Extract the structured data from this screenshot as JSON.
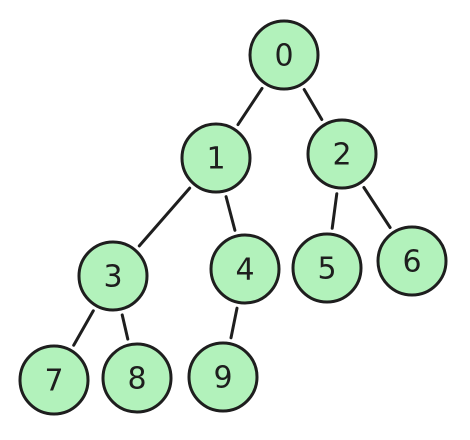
{
  "diagram": {
    "colors": {
      "node_fill": "#b2f2bb",
      "stroke": "#1e1e1e",
      "background": "#ffffff"
    },
    "nodes": [
      {
        "id": "0",
        "label": "0"
      },
      {
        "id": "1",
        "label": "1"
      },
      {
        "id": "2",
        "label": "2"
      },
      {
        "id": "3",
        "label": "3"
      },
      {
        "id": "4",
        "label": "4"
      },
      {
        "id": "5",
        "label": "5"
      },
      {
        "id": "6",
        "label": "6"
      },
      {
        "id": "7",
        "label": "7"
      },
      {
        "id": "8",
        "label": "8"
      },
      {
        "id": "9",
        "label": "9"
      }
    ],
    "edges": [
      {
        "from": "0",
        "to": "1"
      },
      {
        "from": "0",
        "to": "2"
      },
      {
        "from": "1",
        "to": "3"
      },
      {
        "from": "1",
        "to": "4"
      },
      {
        "from": "2",
        "to": "5"
      },
      {
        "from": "2",
        "to": "6"
      },
      {
        "from": "3",
        "to": "7"
      },
      {
        "from": "3",
        "to": "8"
      },
      {
        "from": "4",
        "to": "9"
      }
    ]
  }
}
